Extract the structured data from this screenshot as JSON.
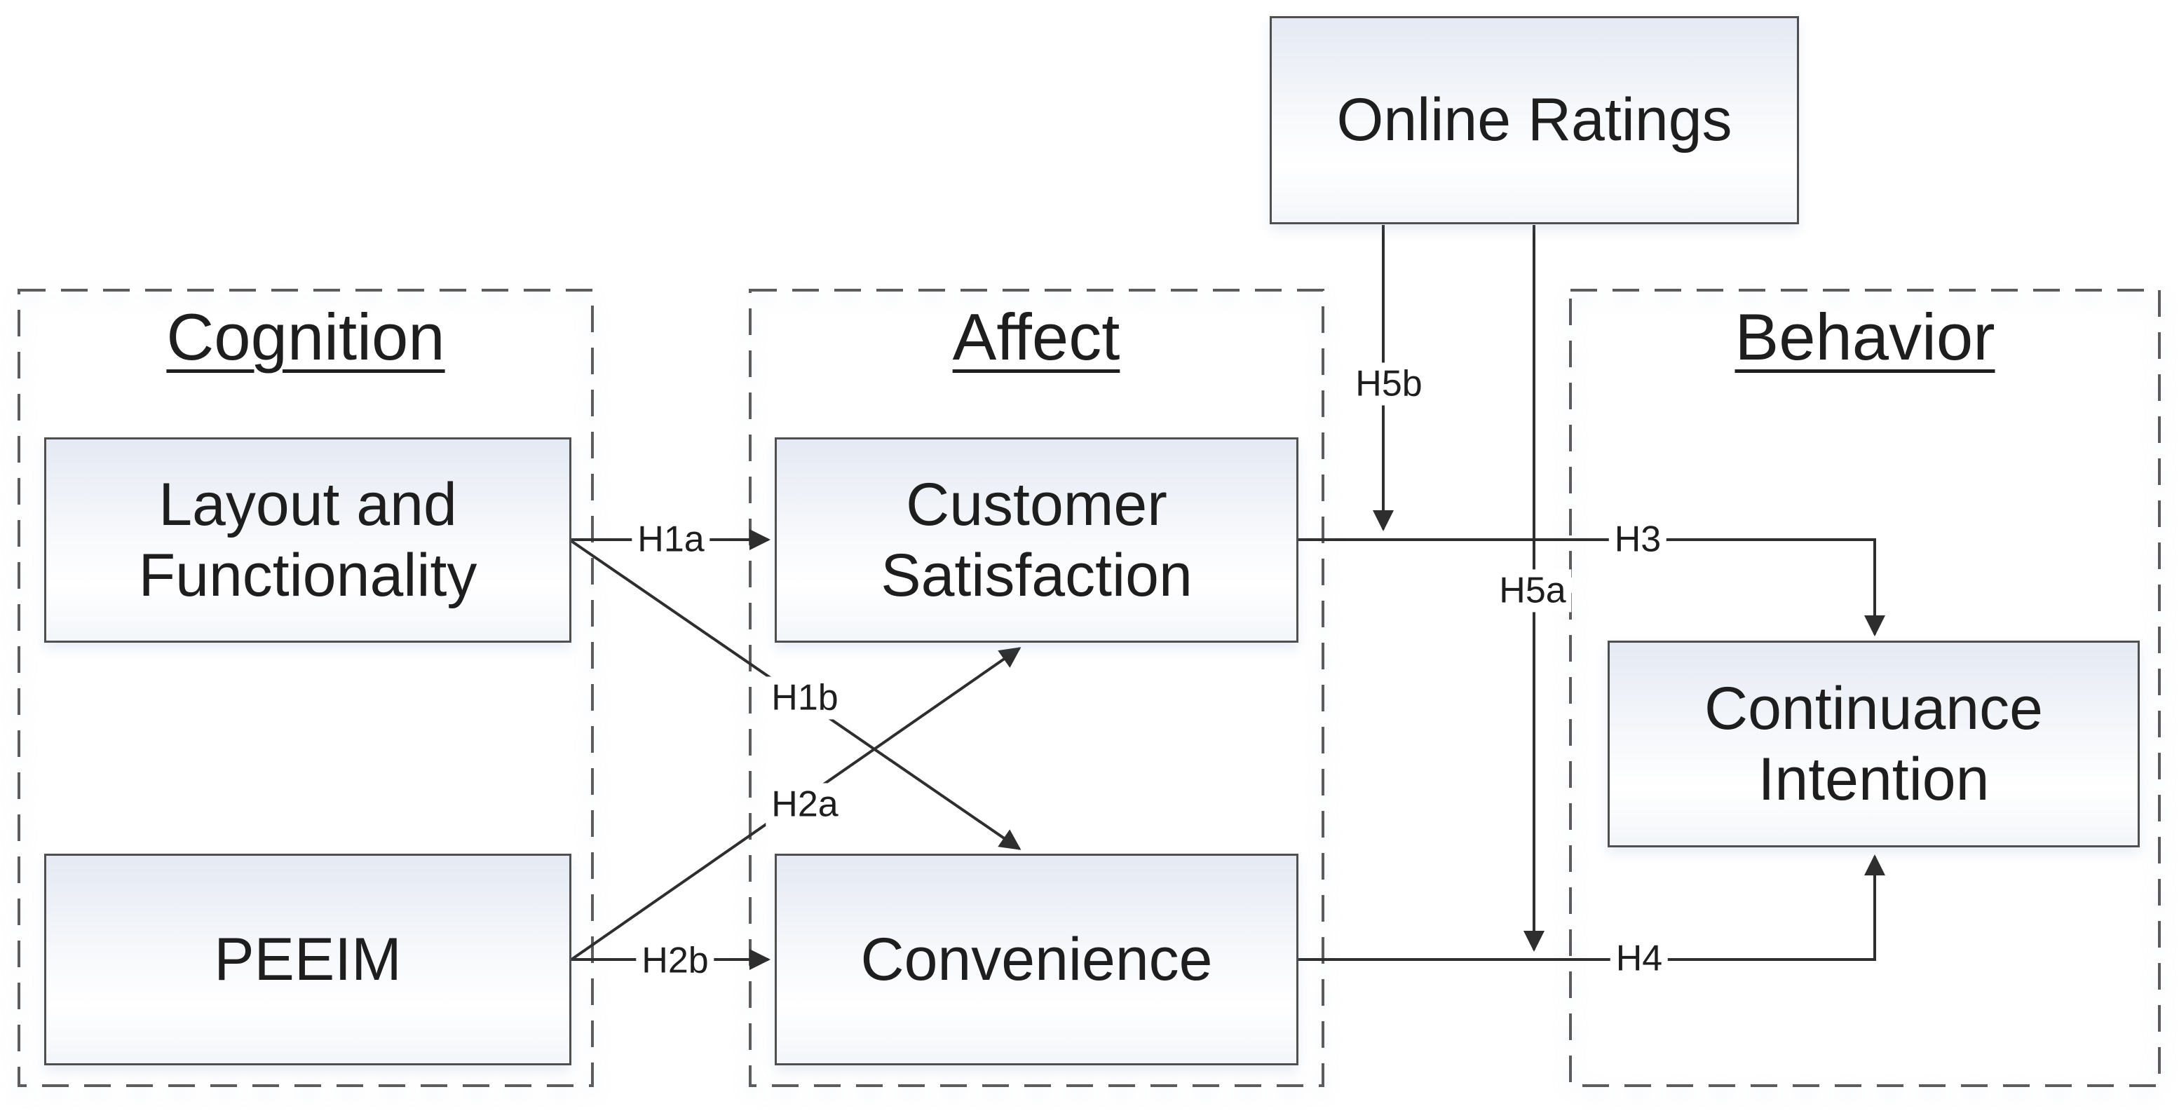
{
  "diagram_type": "research-hypothesis-model",
  "groups": [
    {
      "id": "cognition",
      "label": "Cognition"
    },
    {
      "id": "affect",
      "label": "Affect"
    },
    {
      "id": "behavior",
      "label": "Behavior"
    }
  ],
  "nodes": [
    {
      "id": "online-ratings",
      "label": "Online Ratings",
      "group": null
    },
    {
      "id": "layout-functionality",
      "label": "Layout and Functionality",
      "group": "cognition"
    },
    {
      "id": "peeim",
      "label": "PEEIM",
      "group": "cognition"
    },
    {
      "id": "customer-satisfaction",
      "label": "Customer Satisfaction",
      "group": "affect"
    },
    {
      "id": "convenience",
      "label": "Convenience",
      "group": "affect"
    },
    {
      "id": "continuance-intention",
      "label": "Continuance Intention",
      "group": "behavior"
    }
  ],
  "edges": [
    {
      "label": "H1a",
      "from": "layout-functionality",
      "to": "customer-satisfaction",
      "style": "straight"
    },
    {
      "label": "H1b",
      "from": "layout-functionality",
      "to": "convenience",
      "style": "diagonal"
    },
    {
      "label": "H2a",
      "from": "peeim",
      "to": "customer-satisfaction",
      "style": "diagonal"
    },
    {
      "label": "H2b",
      "from": "peeim",
      "to": "convenience",
      "style": "straight"
    },
    {
      "label": "H3",
      "from": "customer-satisfaction",
      "to": "continuance-intention",
      "style": "elbow"
    },
    {
      "label": "H4",
      "from": "convenience",
      "to": "continuance-intention",
      "style": "elbow"
    },
    {
      "label": "H5b",
      "from": "online-ratings",
      "to": "path-satisfaction-continuance",
      "style": "moderator"
    },
    {
      "label": "H5a",
      "from": "online-ratings",
      "to": "path-convenience-continuance",
      "style": "moderator"
    }
  ],
  "colors": {
    "background": "#ffffff",
    "box_border": "#4f4f4f",
    "group_border": "#5c5c5c",
    "arrow": "#2e2e2e",
    "text": "#1e1e1e",
    "box_fill_top": "#e4e9f3",
    "box_fill_bottom": "#f3f6fa"
  }
}
